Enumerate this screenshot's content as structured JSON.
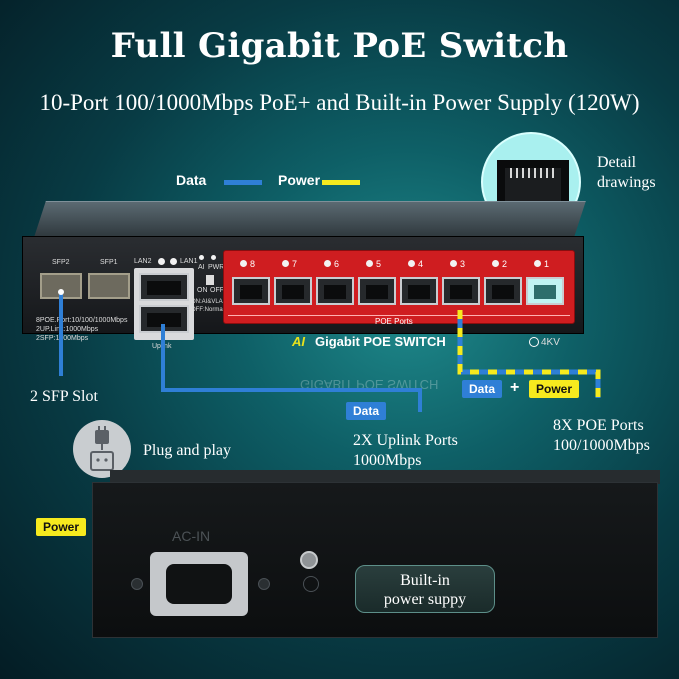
{
  "title": "Full Gigabit PoE Switch",
  "subtitle": "10-Port 100/1000Mbps PoE+ and Built-in Power Supply (120W)",
  "legend": {
    "data_label": "Data",
    "power_label": "Power",
    "data_color": "#2f7fd6",
    "power_color": "#f6ea1e"
  },
  "detail": {
    "label_line1": "Detail",
    "label_line2": "drawings"
  },
  "switch": {
    "sfp_ports": [
      "SFP2",
      "SFP1"
    ],
    "lan_ports": [
      "LAN2",
      "LAN1"
    ],
    "uplink_label": "Uplink",
    "led_labels": [
      "AI",
      "PWR"
    ],
    "switch_labels": [
      "ON",
      "OFF"
    ],
    "mode_text": "ON:AI&VLAN\nOFF:Normal",
    "spec_lines": [
      "8POE.Port:10/100/1000Mbps",
      "2UP.Link:1000Mbps",
      "2SFP:1000Mbps"
    ],
    "poe_port_numbers": [
      "8",
      "7",
      "6",
      "5",
      "4",
      "3",
      "2",
      "1"
    ],
    "poe_ports_label": "POE Ports",
    "brand_ai": "AI",
    "brand_text": "Gigabit POE SWITCH",
    "surge": "4KV",
    "reflection_text": "GIGABIT POE SWITCH"
  },
  "callouts": {
    "sfp": "2 SFP Slot",
    "plug": "Plug and play",
    "uplink_line1": "2X  Uplink Ports",
    "uplink_line2": "1000Mbps",
    "poe_line1": "8X  POE Ports",
    "poe_line2": "100/1000Mbps",
    "data_tag": "Data",
    "plus": "+",
    "power_tag": "Power",
    "uplink_data_tag": "Data",
    "power_left_tag": "Power"
  },
  "bottom": {
    "ac_label": "AC-IN",
    "builtin_line1": "Built-in",
    "builtin_line2": "power suppy"
  }
}
